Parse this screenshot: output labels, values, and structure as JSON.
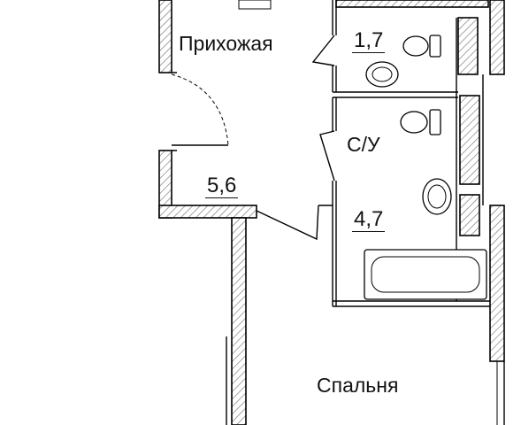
{
  "rooms": {
    "hall": {
      "name": "Прихожая"
    },
    "wc": {
      "area": "1,7"
    },
    "corridor": {
      "area": "5,6"
    },
    "bathroom": {
      "name": "С/У",
      "area": "4,7"
    },
    "bedroom": {
      "name": "Спальня"
    }
  },
  "icons": {
    "toilet": "toilet-icon",
    "sink": "sink-icon",
    "bathtub": "bathtub-icon",
    "door": "door-swing-icon"
  },
  "colors": {
    "line": "#000000",
    "background": "#ffffff"
  }
}
